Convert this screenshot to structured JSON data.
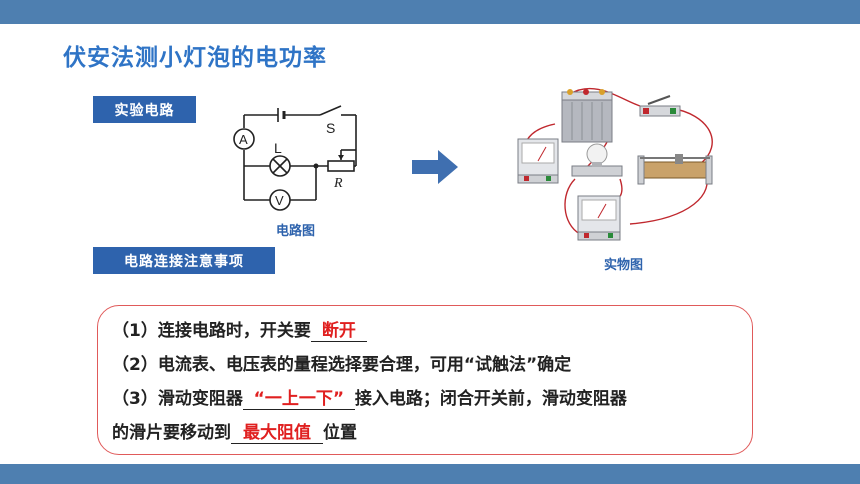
{
  "title": "伏安法测小灯泡的电功率",
  "tags": {
    "experiment_circuit": "实验电路",
    "notes": "电路连接注意事项"
  },
  "circuit": {
    "caption": "电路图",
    "ammeter": "A",
    "voltmeter": "V",
    "lamp": "L",
    "switch": "S",
    "rheostat": "R"
  },
  "physical_caption": "实物图",
  "notes": {
    "line1_prefix": "（1）连接电路时，开关要",
    "line1_blank": "断开",
    "line2": "（2）电流表、电压表的量程选择要合理，可用“试触法”确定",
    "line3_prefix": "（3）滑动变阻器",
    "line3_blank": "“一上一下”",
    "line3_suffix": "接入电路；闭合开关前，滑动变阻器",
    "line4_prefix": "的滑片要移动到",
    "line4_blank": "最大阻值",
    "line4_suffix": "位置"
  },
  "colors": {
    "bar": "#4e7fb0",
    "title": "#2f74c6",
    "tag": "#2e63ad",
    "answer": "#e02020",
    "box_border": "#e05a5a"
  }
}
